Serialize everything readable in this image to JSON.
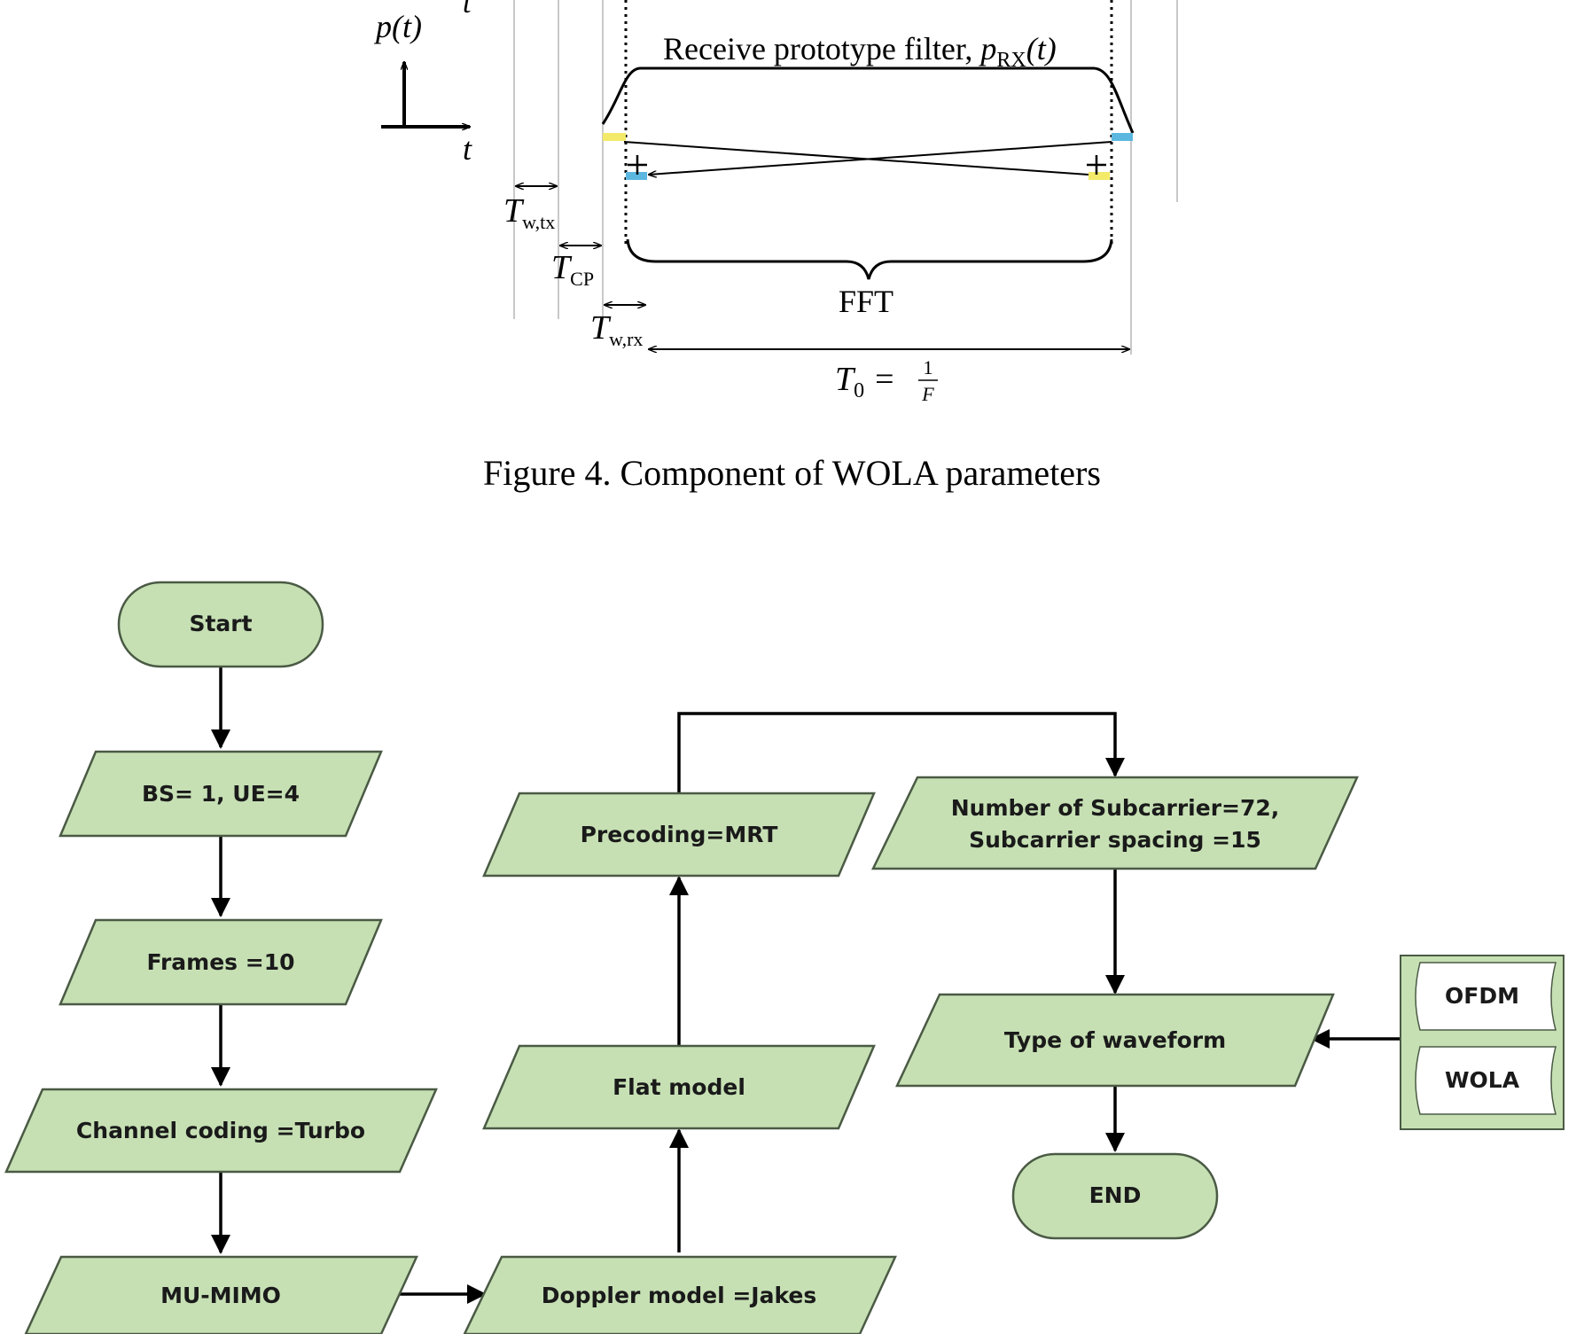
{
  "wola_figure": {
    "p_axis_label": "p(t)",
    "top_t_label": "t",
    "t_axis_label": "t",
    "filter_label": "Receive prototype filter, ",
    "filter_symbol": "p",
    "filter_subscript": "RX",
    "filter_arg": "(t)",
    "tw_tx_main": "T",
    "tw_tx_sub": "w,tx",
    "tcp_main": "T",
    "tcp_sub": "CP",
    "tw_rx_main": "T",
    "tw_rx_sub": "w,rx",
    "fft_label": "FFT",
    "t0_main": "T",
    "t0_sub": "0",
    "t0_equals": "=",
    "t0_num": "1",
    "t0_den": "F"
  },
  "caption": "Figure 4. Component of WOLA parameters",
  "flowchart": {
    "start": "Start",
    "bs_ue": "BS= 1, UE=4",
    "frames": "Frames =10",
    "channel_coding": "Channel coding =Turbo",
    "mu_mimo": "MU-MIMO",
    "doppler": "Doppler model =Jakes",
    "flat_model": "Flat model",
    "precoding": "Precoding=MRT",
    "subcarrier_line1": "Number of Subcarrier=72,",
    "subcarrier_line2": "Subcarrier spacing =15",
    "waveform_type": "Type of waveform",
    "end": "END",
    "waveform_options": [
      "OFDM",
      "WOLA"
    ]
  },
  "colors": {
    "shape_fill": "#c6e0b4",
    "shape_stroke": "#4a5a44",
    "arrow": "#000000",
    "yellow_marker": "#f3ea6a",
    "blue_marker": "#5bb7e0",
    "guide_line": "#c8c8c8"
  }
}
